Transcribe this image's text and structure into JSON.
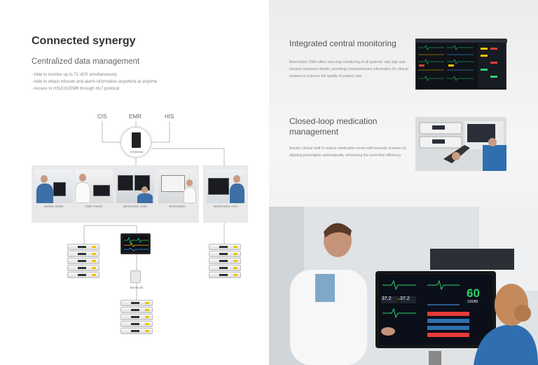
{
  "left": {
    "heading": "Connected synergy",
    "subheading": "Centralized data management",
    "bullets": [
      "- Able to monitor up to 72 nDS simultaneously",
      "- Able to obtain infusion and alarm information anywhere at anytime",
      "- Access to HIS/CIS/EMR through HL7 protocol"
    ],
    "diagram": {
      "systems": [
        "CIS",
        "EMR",
        "HIS"
      ],
      "gateway_label": "eGateway",
      "stations": [
        "Mobile viewer",
        "CMS Viewer",
        "BeneVision CMS",
        "Workstation",
        "BeneFusion nCS"
      ],
      "link_label": "BeneLink"
    }
  },
  "right": {
    "section1": {
      "title": "Integrated central monitoring",
      "text": "BeneVision CMS offers one-stop monitoring of all patients' vital sign and infusion treatment details, providing comprehensive information for clinical workers to improve the quality of patient care."
    },
    "section2": {
      "title": "Closed-loop medication management",
      "text": "Assists clinical staff to reduce medication errors with barcode scanner by aligning prescription automatically, enhancing the work-flow efficiency."
    },
    "monitor_readouts": {
      "hr": "60",
      "bp": "120/80",
      "temp1": "37.2",
      "temp2": "37.2"
    }
  },
  "colors": {
    "panel": "#e9e9e9",
    "right_bg": "#f2f2f2",
    "monitor_green": "#29d46b",
    "monitor_yellow": "#f5c400",
    "monitor_red": "#e83a3a",
    "scrub_blue": "#2f6fb0"
  }
}
